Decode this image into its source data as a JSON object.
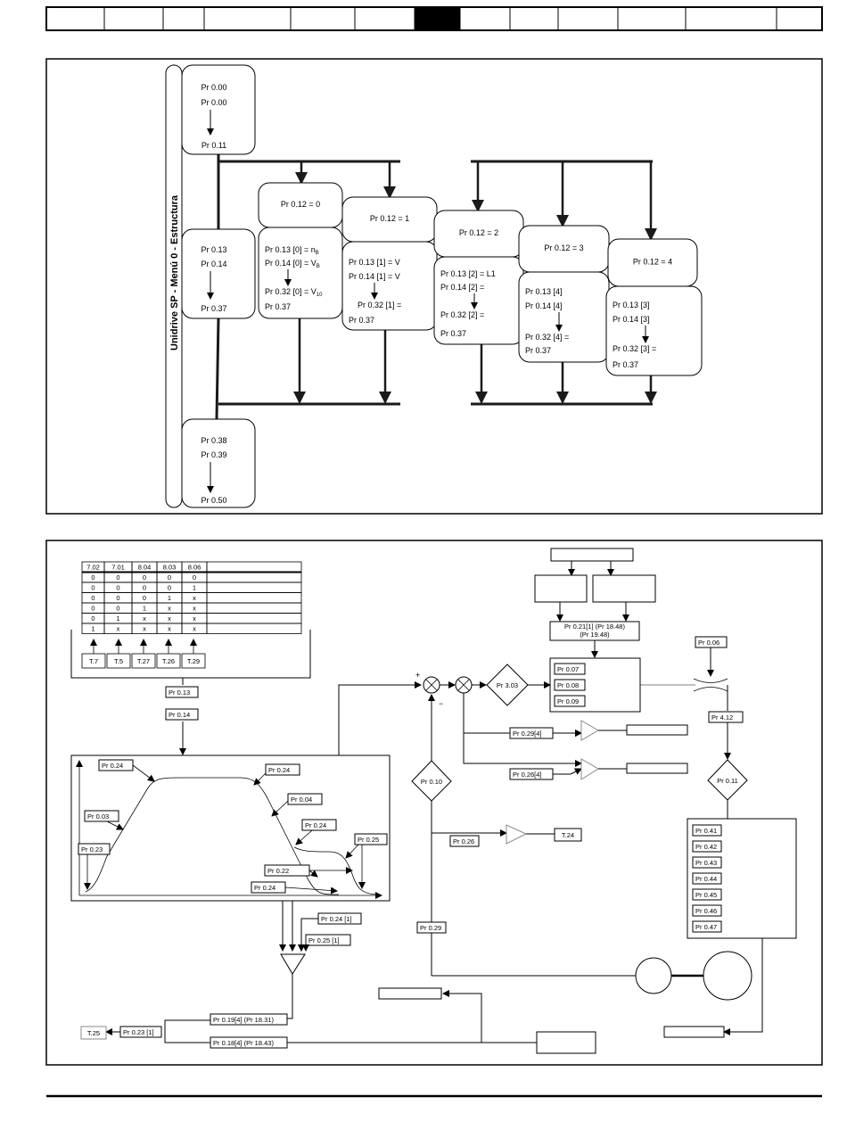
{
  "header": {
    "tabs": [
      "",
      "",
      "",
      "",
      "",
      "",
      "",
      "",
      "",
      "",
      "",
      "",
      ""
    ],
    "active_index": 6
  },
  "figure1": {
    "vertical_label": "Unidrive SP - Menú 0 - Estructura",
    "block_top": [
      "Pr 0.00",
      "Pr 0.00",
      "Pr 0.11"
    ],
    "block_mid": [
      "Pr 0.13",
      "Pr 0.14",
      "Pr 0.37"
    ],
    "block_bottom": [
      "Pr 0.38",
      "Pr 0.39",
      "Pr 0.50"
    ],
    "modes": [
      {
        "label": "Pr 0.12 = 0",
        "lines": [
          "Pr 0.13 [0] = n",
          "Pr 0.14 [0] = V",
          "Pr 0.32 [0] = V",
          "Pr 0.37"
        ],
        "subs": [
          "B",
          "B",
          "10"
        ]
      },
      {
        "label": "Pr 0.12 = 1",
        "lines": [
          "Pr 0.13 [1] = V",
          "Pr 0.14 [1] = V",
          "Pr 0.32 [1] =",
          "Pr 0.37"
        ]
      },
      {
        "label": "Pr 0.12 = 2",
        "lines": [
          "Pr 0.13 [2] = L1",
          "Pr 0.14 [2] =",
          "Pr 0.32 [2] =",
          "Pr 0.37"
        ]
      },
      {
        "label": "Pr 0.12 = 3",
        "lines": [
          "Pr 0.13 [4]",
          "Pr 0.14 [4]",
          "Pr 0.32 [4] =",
          "Pr 0.37"
        ]
      },
      {
        "label": "Pr 0.12 = 4",
        "lines": [
          "Pr 0.13 [3]",
          "Pr 0.14 [3]",
          "Pr 0.32 [3] =",
          "Pr 0.37"
        ]
      }
    ]
  },
  "figure2": {
    "truth_table": {
      "headers": [
        "7.02",
        "7.01",
        "8.04",
        "8.03",
        "8.06",
        ""
      ],
      "rows": [
        [
          "0",
          "0",
          "0",
          "0",
          "0",
          ""
        ],
        [
          "0",
          "0",
          "0",
          "0",
          "1",
          ""
        ],
        [
          "0",
          "0",
          "0",
          "1",
          "x",
          ""
        ],
        [
          "0",
          "0",
          "1",
          "x",
          "x",
          ""
        ],
        [
          "0",
          "1",
          "x",
          "x",
          "x",
          ""
        ],
        [
          "1",
          "x",
          "x",
          "x",
          "x",
          ""
        ]
      ],
      "terminals": [
        "T.7",
        "T.5",
        "T.27",
        "T.26",
        "T.29"
      ]
    },
    "ref_select": [
      "Pr 0.13",
      "Pr 0.14"
    ],
    "ramp_labels": {
      "accel_rate": "Pr 0.03",
      "start_s": "Pr 0.23",
      "s_top_left": "Pr 0.24",
      "s_top_right": "Pr 0.24",
      "decel_rate": "Pr 0.04",
      "s_mid": "Pr 0.24",
      "s_right": "Pr 0.25",
      "stop_time": "Pr 0.22",
      "s_bottom": "Pr 0.24"
    },
    "merge_inputs": [
      "Pr 0.24 [1]",
      "Pr 0.25 [1]"
    ],
    "output_bar_1": "Pr 0.19[4] (Pr 18.31)",
    "output_bar_2": "Pr 0.18[4] (Pr 18.43)",
    "output_t25": "Pr 0.23 [1]",
    "terminal_t25": "T.25",
    "sum_signs": [
      "+",
      "−"
    ],
    "gain_pr303": "Pr 3.03",
    "feedback_pr010": "Pr 0.10",
    "gain_pr026_terminal": "Pr 0.26",
    "terminal_t24": "T.24",
    "pr029": "Pr 0.29",
    "pr021_box": [
      "Pr 0.21[1] (Pr 18.48)",
      "(Pr 19.48)"
    ],
    "pr_stack_top": [
      "Pr 0.07",
      "Pr 0.08",
      "Pr 0.09"
    ],
    "amp_inputs": [
      "Pr 0.29[4]",
      "Pr 0.26[4]"
    ],
    "pr006": "Pr 0.06",
    "pr412": "Pr 4.12",
    "pr011": "Pr 0.11",
    "pr_stack_right": [
      "Pr 0.41",
      "Pr 0.42",
      "Pr 0.43",
      "Pr 0.44",
      "Pr 0.45",
      "Pr 0.46",
      "Pr 0.47"
    ]
  }
}
